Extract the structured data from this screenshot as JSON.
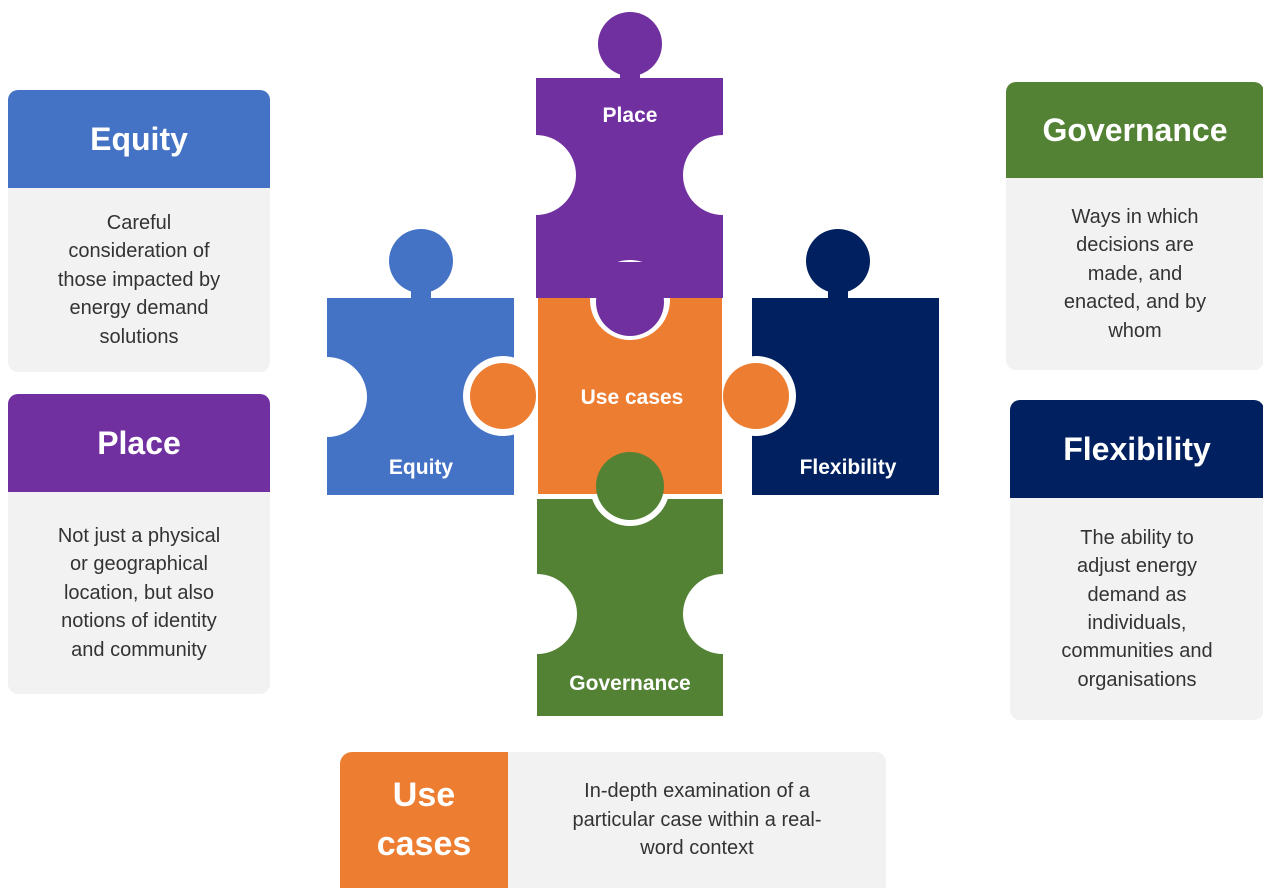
{
  "colors": {
    "equity": "#4472c4",
    "place": "#7030a0",
    "governance": "#548235",
    "flexibility": "#002060",
    "use_cases": "#ed7d31",
    "card_bg": "#f2f2f2"
  },
  "puzzle": {
    "place": "Place",
    "equity": "Equity",
    "use_cases": "Use cases",
    "flexibility": "Flexibility",
    "governance": "Governance"
  },
  "cards": {
    "equity": {
      "title": "Equity",
      "description": [
        "Careful",
        "consideration of",
        "those impacted by",
        "energy demand",
        "solutions"
      ]
    },
    "place": {
      "title": "Place",
      "description": [
        "Not just a physical",
        "or geographical",
        "location, but also",
        "notions of identity",
        "and community"
      ]
    },
    "governance": {
      "title": "Governance",
      "description": [
        "Ways in which",
        "decisions are",
        "made, and",
        "enacted, and by",
        "whom"
      ]
    },
    "flexibility": {
      "title": "Flexibility",
      "description": [
        "The ability to",
        "adjust energy",
        "demand as",
        "individuals,",
        "communities and",
        "organisations"
      ]
    },
    "use_cases": {
      "title": [
        "Use",
        "cases"
      ],
      "description": [
        "In-depth examination of a",
        "particular case within a real-",
        "word context"
      ]
    }
  }
}
